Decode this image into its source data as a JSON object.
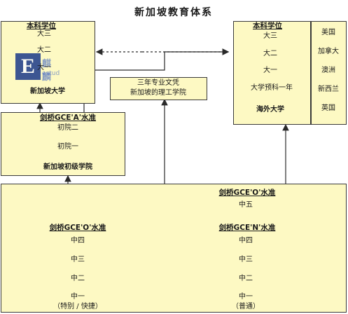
{
  "title": "新加坡教育体系",
  "watermark": {
    "logo_letter": "E",
    "text_cn": "麒麟",
    "text_en": "estud"
  },
  "boxes": {
    "sg_uni": {
      "heading": "本科学位",
      "levels": [
        "大三",
        "大二",
        "大一"
      ],
      "footer": "新加坡大学"
    },
    "jc": {
      "heading": "剑桥GCE'A'水准",
      "levels": [
        "初院二",
        "初院一"
      ],
      "footer": "新加坡初级学院"
    },
    "poly": {
      "line1": "三年专业文凭",
      "line2": "新加坡的理工学院"
    },
    "overseas": {
      "heading": "本科学位",
      "levels": [
        "大三",
        "大二",
        "大一",
        "大学预科一年"
      ],
      "footer": "海外大学",
      "countries": [
        "美国",
        "加拿大",
        "澳洲",
        "新西兰",
        "英国"
      ]
    },
    "secondary": {
      "top_heading": "剑桥GCE'O'水准",
      "top_level": "中五",
      "left_heading": "剑桥GCE'O'水准",
      "left_levels": [
        "中四",
        "中三",
        "中二",
        "中一"
      ],
      "left_stream": "（特别 / 快捷）",
      "right_heading": "剑桥GCE'N'水准",
      "right_levels": [
        "中四",
        "中三",
        "中二",
        "中一"
      ],
      "right_stream": "（普通）"
    }
  },
  "colors": {
    "box_fill": "#fdf9c3",
    "border": "#3a3a3a",
    "watermark": "#1c3a8a"
  }
}
